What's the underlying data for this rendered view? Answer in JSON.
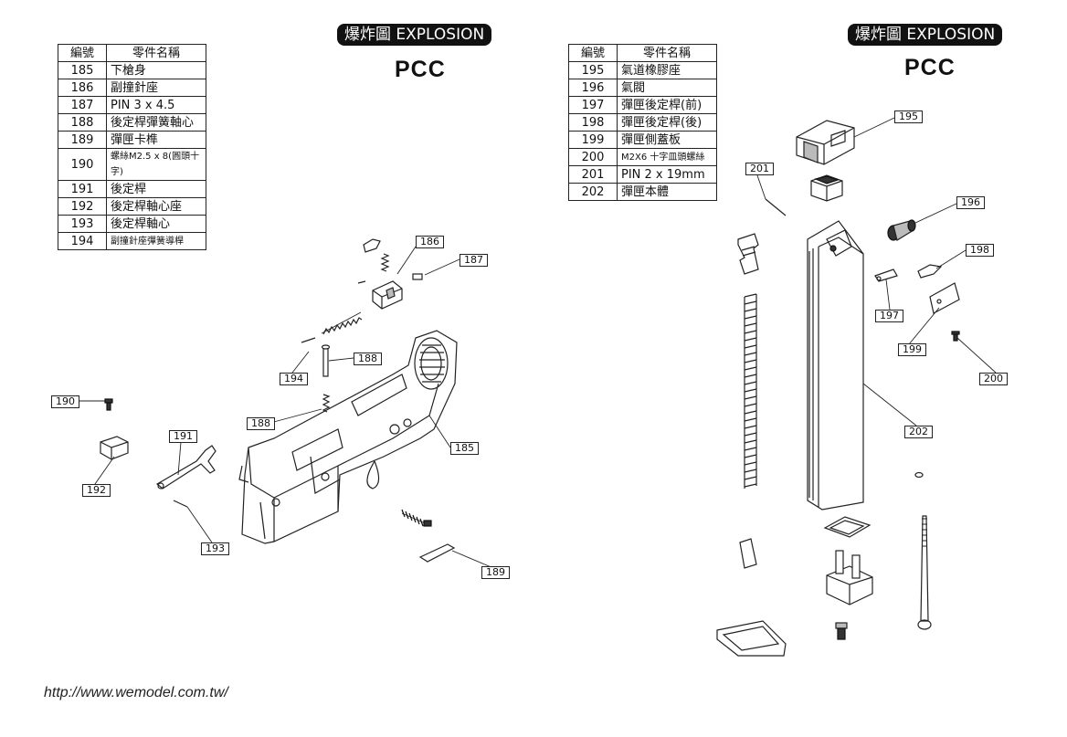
{
  "left": {
    "banner": "爆炸圖 EXPLOSION",
    "brand": "PCC",
    "table": {
      "header": {
        "no": "編號",
        "name": "零件名稱"
      },
      "rows": [
        {
          "no": "185",
          "name": "下槍身"
        },
        {
          "no": "186",
          "name": "副撞針座"
        },
        {
          "no": "187",
          "name": "PIN 3 x 4.5"
        },
        {
          "no": "188",
          "name": "後定桿彈簧軸心"
        },
        {
          "no": "189",
          "name": "彈匣卡榫"
        },
        {
          "no": "190",
          "name": "螺絲M2.5 x 8(圓頭十字)"
        },
        {
          "no": "191",
          "name": "後定桿"
        },
        {
          "no": "192",
          "name": "後定桿軸心座"
        },
        {
          "no": "193",
          "name": "後定桿軸心"
        },
        {
          "no": "194",
          "name": "副撞針座彈簧導桿"
        }
      ]
    },
    "callouts": [
      "186",
      "187",
      "194",
      "188",
      "188",
      "185",
      "190",
      "191",
      "192",
      "193",
      "189"
    ]
  },
  "right": {
    "banner": "爆炸圖 EXPLOSION",
    "brand": "PCC",
    "table": {
      "header": {
        "no": "編號",
        "name": "零件名稱"
      },
      "rows": [
        {
          "no": "195",
          "name": "氣道橡膠座"
        },
        {
          "no": "196",
          "name": "氣閥"
        },
        {
          "no": "197",
          "name": "彈匣後定桿(前)"
        },
        {
          "no": "198",
          "name": "彈匣後定桿(後)"
        },
        {
          "no": "199",
          "name": "彈匣側蓋板"
        },
        {
          "no": "200",
          "name": "M2X6 十字皿頭螺絲"
        },
        {
          "no": "201",
          "name": "PIN 2 x 19mm"
        },
        {
          "no": "202",
          "name": "彈匣本體"
        }
      ]
    },
    "callouts": [
      "195",
      "201",
      "196",
      "198",
      "197",
      "199",
      "200",
      "202"
    ]
  },
  "footer": {
    "url": "http://www.wemodel.com.tw/"
  }
}
